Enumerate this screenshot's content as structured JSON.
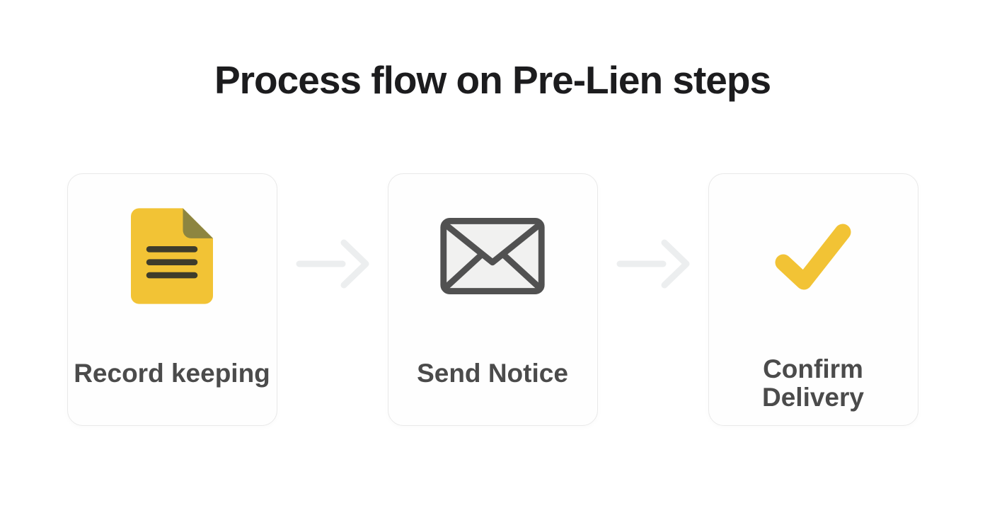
{
  "page": {
    "title": "Process flow on Pre-Lien steps"
  },
  "flow": {
    "steps": [
      {
        "label": "Record keeping",
        "icon": "document-icon"
      },
      {
        "label": "Send Notice",
        "icon": "envelope-icon"
      },
      {
        "label": "Confirm Delivery",
        "icon": "checkmark-icon"
      }
    ],
    "connectors": [
      {
        "icon": "arrow-right-icon"
      },
      {
        "icon": "arrow-right-icon"
      }
    ]
  },
  "colors": {
    "title_text": "#1C1C1E",
    "label_text": "#4B4B4B",
    "card_bg": "#FEFEFE",
    "card_border": "#E9E9E9",
    "accent_yellow": "#F2C335",
    "fold_olive": "#8D8540",
    "doc_line": "#3E3C2B",
    "envelope_stroke": "#515151",
    "envelope_fill": "#F1F1F0",
    "arrow_gray": "#ECEEEF"
  }
}
